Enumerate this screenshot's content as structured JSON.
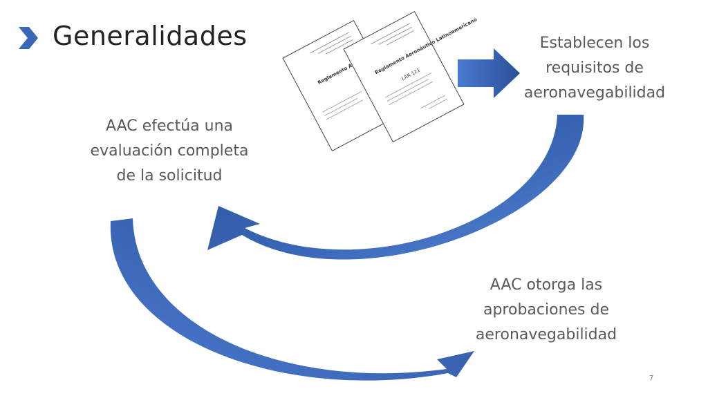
{
  "slide": {
    "title": "Generalidades",
    "page_number": "7"
  },
  "steps": [
    {
      "text": "Establecen los requisitos de aeronavegabilidad"
    },
    {
      "text": "AAC efectúa una evaluación completa de la solicitud"
    },
    {
      "text": "AAC otorga las aprobaciones de aeronavegabilidad"
    }
  ],
  "documents": [
    {
      "heading": "Reglamento Aeronáutico Latinoamericano"
    },
    {
      "heading": "Reglamento Aeronáutico Latinoamericano",
      "code": "LAR 121"
    }
  ],
  "colors": {
    "accent": "#3a67b8",
    "accent_dark": "#2b4f96",
    "text": "#595959",
    "title": "#222222"
  }
}
